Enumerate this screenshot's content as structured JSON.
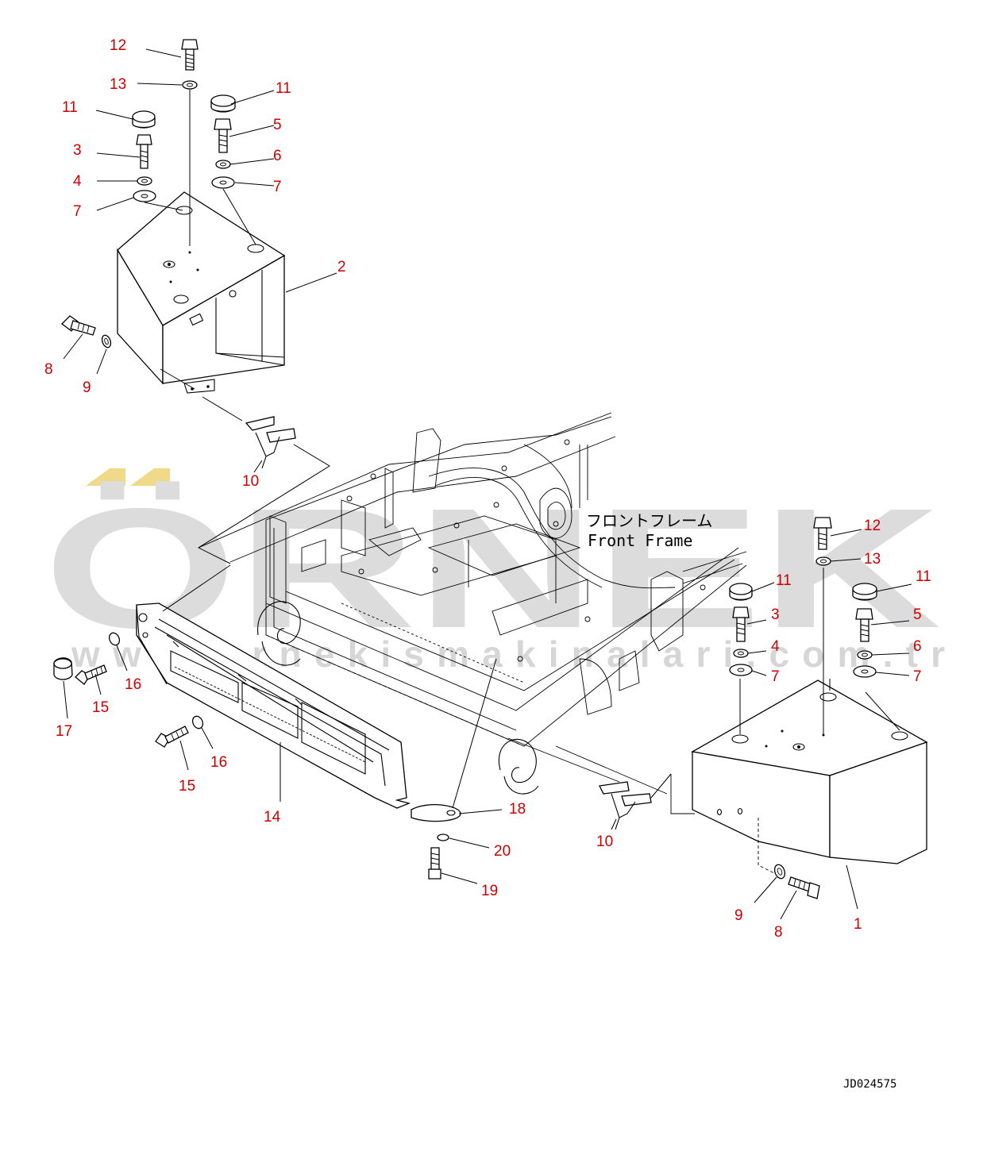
{
  "colors": {
    "callout": "#cc0000",
    "watermark_text": "#dcdcdc",
    "watermark_accent": "#f1d98a",
    "line": "#000000"
  },
  "watermark": {
    "brand": "ÖRNEK",
    "url": "www.ornekismakinalari.com.tr"
  },
  "frame_label": {
    "japanese": "フロントフレーム",
    "english": "Front Frame"
  },
  "drawing_code": "JD024575",
  "callouts": [
    {
      "id": "c-12a",
      "text": "12"
    },
    {
      "id": "c-13a",
      "text": "13"
    },
    {
      "id": "c-11a",
      "text": "11"
    },
    {
      "id": "c-11b",
      "text": "11"
    },
    {
      "id": "c-5a",
      "text": "5"
    },
    {
      "id": "c-3a",
      "text": "3"
    },
    {
      "id": "c-6a",
      "text": "6"
    },
    {
      "id": "c-4a",
      "text": "4"
    },
    {
      "id": "c-7a",
      "text": "7"
    },
    {
      "id": "c-7b",
      "text": "7"
    },
    {
      "id": "c-2",
      "text": "2"
    },
    {
      "id": "c-8a",
      "text": "8"
    },
    {
      "id": "c-9a",
      "text": "9"
    },
    {
      "id": "c-10a",
      "text": "10"
    },
    {
      "id": "c-12b",
      "text": "12"
    },
    {
      "id": "c-13b",
      "text": "13"
    },
    {
      "id": "c-11c",
      "text": "11"
    },
    {
      "id": "c-11d",
      "text": "11"
    },
    {
      "id": "c-3b",
      "text": "3"
    },
    {
      "id": "c-5b",
      "text": "5"
    },
    {
      "id": "c-4b",
      "text": "4"
    },
    {
      "id": "c-6b",
      "text": "6"
    },
    {
      "id": "c-7c",
      "text": "7"
    },
    {
      "id": "c-7d",
      "text": "7"
    },
    {
      "id": "c-16a",
      "text": "16"
    },
    {
      "id": "c-17",
      "text": "17"
    },
    {
      "id": "c-15a",
      "text": "15"
    },
    {
      "id": "c-16b",
      "text": "16"
    },
    {
      "id": "c-15b",
      "text": "15"
    },
    {
      "id": "c-14",
      "text": "14"
    },
    {
      "id": "c-18",
      "text": "18"
    },
    {
      "id": "c-20",
      "text": "20"
    },
    {
      "id": "c-19",
      "text": "19"
    },
    {
      "id": "c-10b",
      "text": "10"
    },
    {
      "id": "c-9b",
      "text": "9"
    },
    {
      "id": "c-8b",
      "text": "8"
    },
    {
      "id": "c-1",
      "text": "1"
    }
  ]
}
